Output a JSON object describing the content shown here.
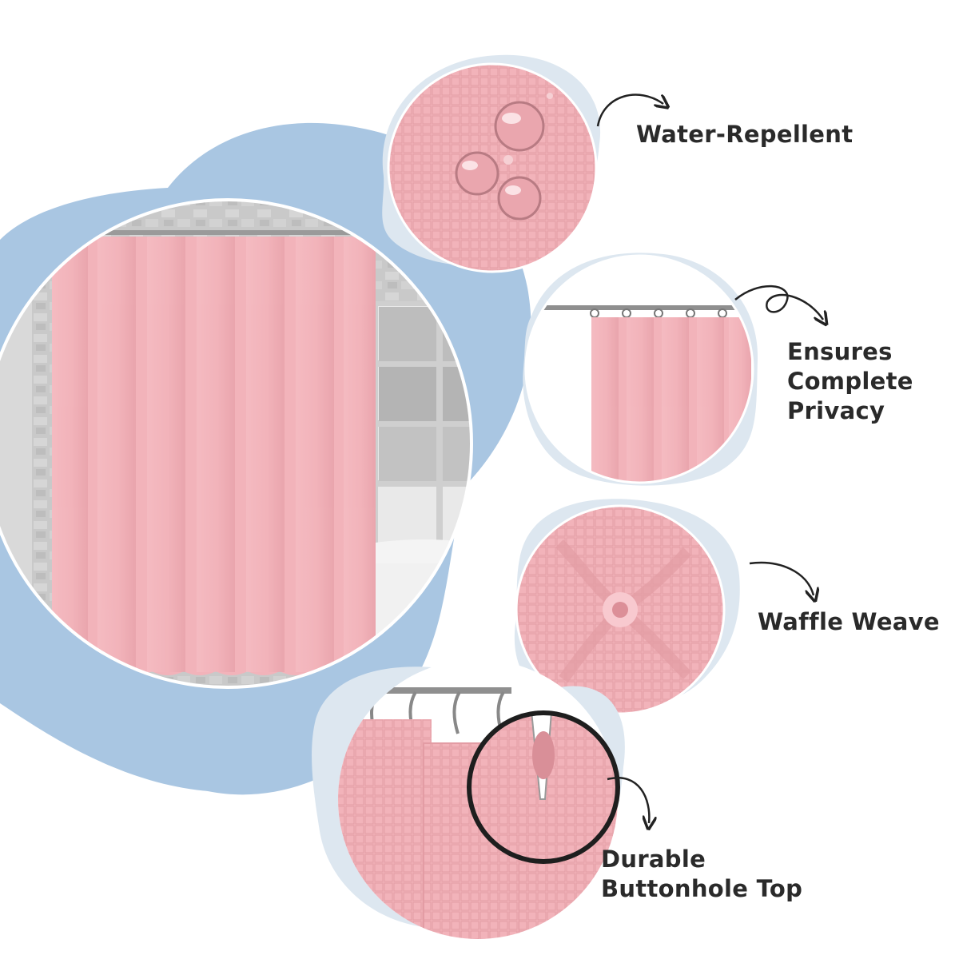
{
  "colors": {
    "background": "#ffffff",
    "blob_blue": "#a9c6e2",
    "blob_light": "#dde7f0",
    "curtain_pink": "#f2b3ba",
    "curtain_shadow": "#e49aa3",
    "text": "#2a2a2a"
  },
  "features": [
    {
      "lines": [
        "Water-Repellent"
      ]
    },
    {
      "lines": [
        "Ensures",
        "Complete",
        "Privacy"
      ]
    },
    {
      "lines": [
        "Waffle Weave"
      ]
    },
    {
      "lines": [
        "Durable",
        "Buttonhole Top"
      ]
    }
  ]
}
